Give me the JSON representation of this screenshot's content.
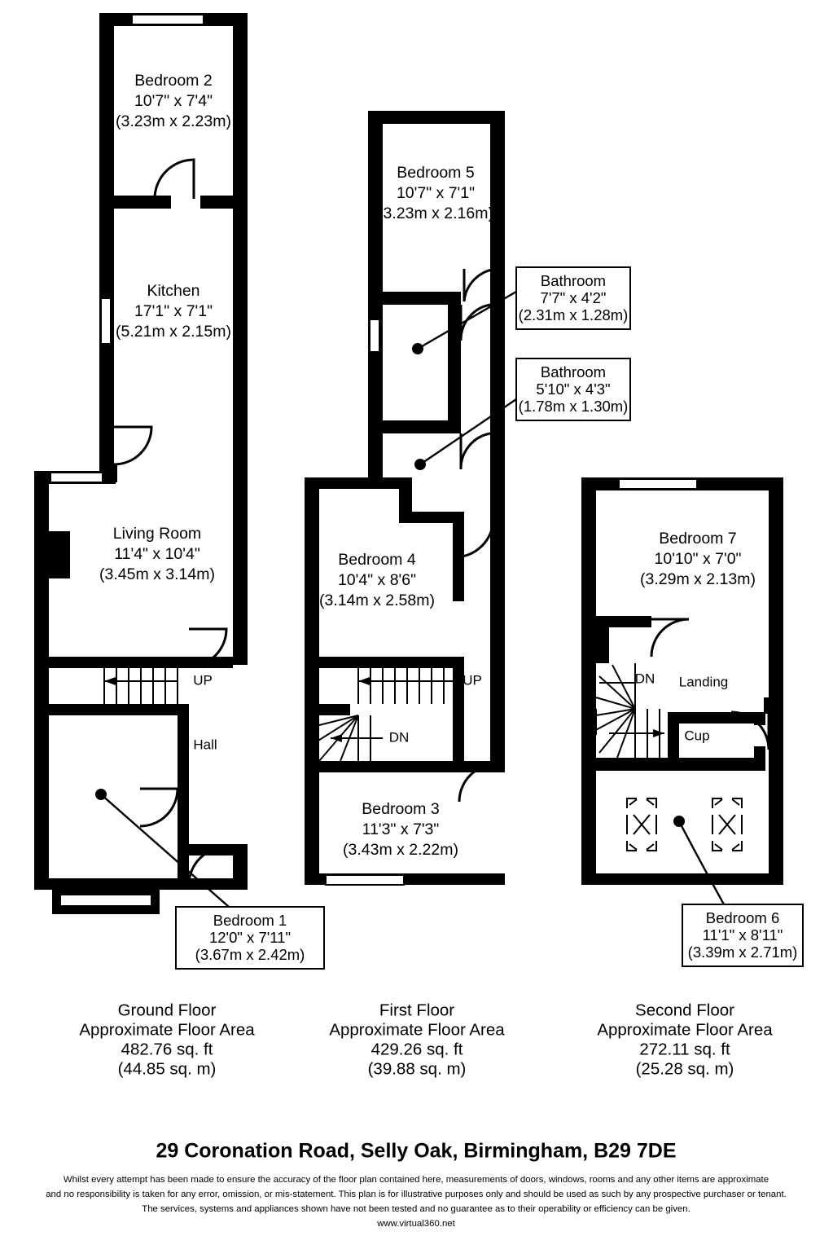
{
  "document": {
    "title": "29 Coronation Road, Selly Oak, Birmingham, B29 7DE",
    "provider_url": "www.virtual360.net",
    "disclaimer_lines": [
      "Whilst every attempt has been made to ensure the accuracy of the floor plan contained here, measurements of doors, windows, rooms and any other items are approximate",
      "and no responsibility is taken for any error, omission, or mis-statement. This plan is for illustrative purposes only and should be used as such by any prospective purchaser or tenant.",
      "The services, systems and appliances shown have not been tested and no guarantee as to their operability or efficiency can be given."
    ]
  },
  "floors": [
    {
      "id": "ground",
      "name": "Ground Floor",
      "area_label": "Approximate Floor Area",
      "area_sqft": "482.76 sq. ft",
      "area_sqm": "(44.85 sq. m)"
    },
    {
      "id": "first",
      "name": "First Floor",
      "area_label": "Approximate Floor Area",
      "area_sqft": "429.26 sq. ft",
      "area_sqm": "(39.88 sq. m)"
    },
    {
      "id": "second",
      "name": "Second Floor",
      "area_label": "Approximate Floor Area",
      "area_sqft": "272.11 sq. ft",
      "area_sqm": "(25.28 sq. m)"
    }
  ],
  "rooms": {
    "bedroom2": {
      "name": "Bedroom 2",
      "imperial": "10'7\" x 7'4\"",
      "metric": "(3.23m x 2.23m)"
    },
    "kitchen": {
      "name": "Kitchen",
      "imperial": "17'1\" x 7'1\"",
      "metric": "(5.21m x 2.15m)"
    },
    "living_room": {
      "name": "Living Room",
      "imperial": "11'4\" x 10'4\"",
      "metric": "(3.45m x 3.14m)"
    },
    "bedroom1": {
      "name": "Bedroom 1",
      "imperial": "12'0\" x 7'11\"",
      "metric": "(3.67m x 2.42m)"
    },
    "bedroom5": {
      "name": "Bedroom 5",
      "imperial": "10'7\" x 7'1\"",
      "metric": "(3.23m x 2.16m)"
    },
    "bathroom_upper": {
      "name": "Bathroom",
      "imperial": "7'7\" x 4'2\"",
      "metric": "(2.31m x 1.28m)"
    },
    "bathroom_lower": {
      "name": "Bathroom",
      "imperial": "5'10\" x 4'3\"",
      "metric": "(1.78m x 1.30m)"
    },
    "bedroom4": {
      "name": "Bedroom 4",
      "imperial": "10'4\" x 8'6\"",
      "metric": "(3.14m x 2.58m)"
    },
    "bedroom3": {
      "name": "Bedroom 3",
      "imperial": "11'3\" x 7'3\"",
      "metric": "(3.43m x 2.22m)"
    },
    "bedroom7": {
      "name": "Bedroom 7",
      "imperial": "10'10\" x 7'0\"",
      "metric": "(3.29m x 2.13m)"
    },
    "bedroom6": {
      "name": "Bedroom 6",
      "imperial": "11'1\" x 8'11\"",
      "metric": "(3.39m x 2.71m)"
    }
  },
  "annotations": {
    "hall": "Hall",
    "landing": "Landing",
    "cupboard": "Cup",
    "stairs_up_ground": "UP",
    "stairs_up_first": "UP",
    "stairs_dn_first": "DN",
    "stairs_dn_second": "DN"
  },
  "colors": {
    "wall": "#000000",
    "background": "#ffffff",
    "text": "#000000"
  }
}
